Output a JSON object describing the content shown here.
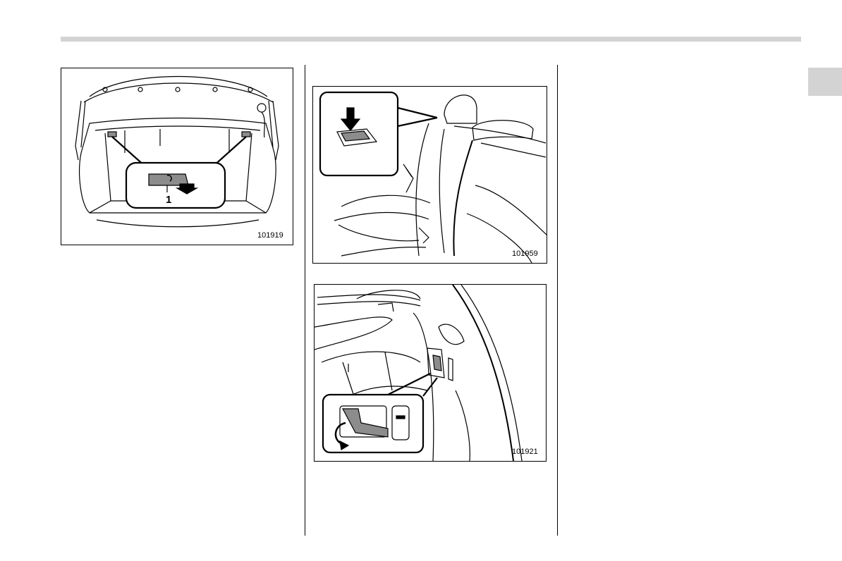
{
  "figures": [
    {
      "code": "101919",
      "callout": "1"
    },
    {
      "code": "101959"
    },
    {
      "code": "101921"
    }
  ],
  "colors": {
    "rule": "#d3d3d3",
    "tab": "#d3d3d3",
    "line": "#000000",
    "fill_grey": "#8c8c8c"
  }
}
